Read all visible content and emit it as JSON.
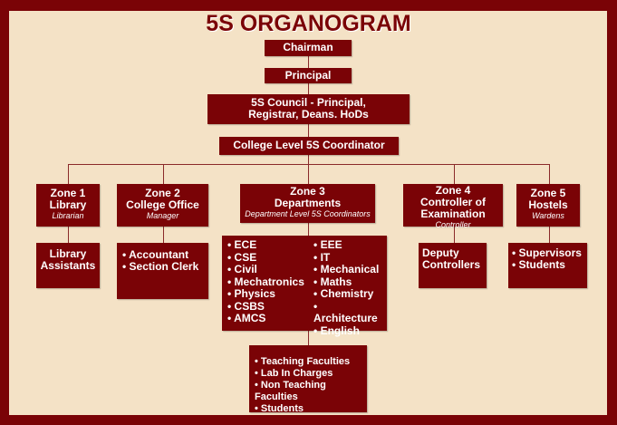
{
  "title": "5S ORGANOGRAM",
  "chairman": "Chairman",
  "principal": "Principal",
  "council": "5S Council - Principal, Registrar, Deans. HoDs",
  "coordinator": "College Level 5S Coordinator",
  "zones": [
    {
      "name": "Zone 1",
      "dept": "Library",
      "role": "Librarian",
      "sub": "Library Assistants"
    },
    {
      "name": "Zone 2",
      "dept": "College Office",
      "role": "Manager",
      "sub": [
        "Accountant",
        "Section Clerk"
      ]
    },
    {
      "name": "Zone 3",
      "dept": "Departments",
      "role": "Department Level 5S Coordinators",
      "sub_left": [
        "ECE",
        "CSE",
        "Civil",
        "Mechatronics",
        "Physics",
        "CSBS",
        "AMCS"
      ],
      "sub_right": [
        "EEE",
        "IT",
        "Mechanical",
        "Maths",
        "Chemistry",
        "Architecture",
        "English"
      ],
      "staff": [
        "Teaching Faculties",
        "Lab In Charges",
        "Non Teaching Faculties",
        "Students"
      ]
    },
    {
      "name": "Zone 4",
      "dept": "Controller of Examination",
      "role": "Controller",
      "sub": "Deputy Controllers"
    },
    {
      "name": "Zone 5",
      "dept": "Hostels",
      "role": "Wardens",
      "sub": [
        "Supervisors",
        "Students"
      ]
    }
  ],
  "colors": {
    "primary": "#7a0306",
    "background": "#f4e2c6"
  }
}
